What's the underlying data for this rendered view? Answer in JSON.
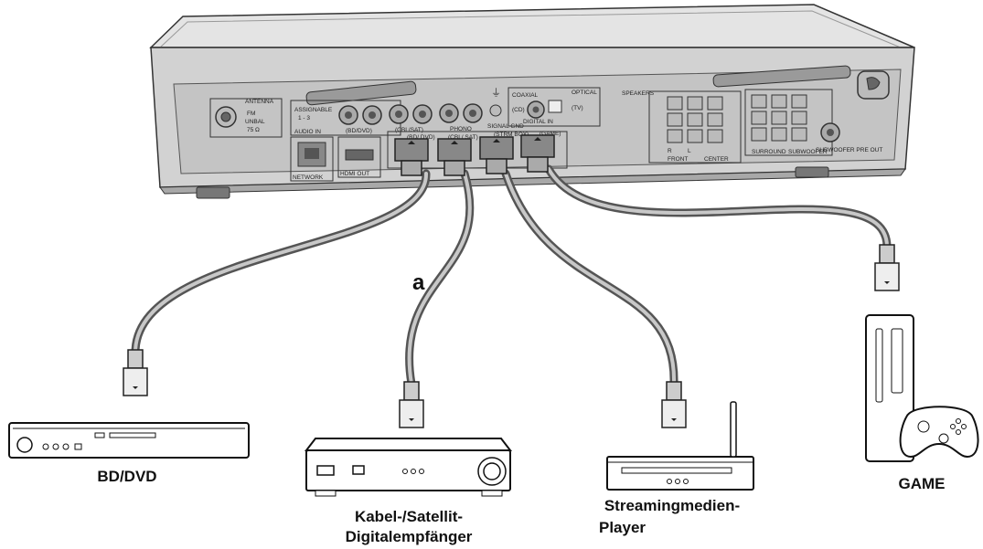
{
  "receiver": {
    "panel_labels": {
      "antenna": "ANTENNA",
      "fm": "FM",
      "unbal": "UNBAL",
      "ohm": "75 Ω",
      "assignable": "ASSIGNABLE",
      "assignable_nums": "1 - 3",
      "audio_in": "AUDIO IN",
      "bd_dvd": "(BD/DVD)",
      "cbl_sat": "(CBL/SAT)",
      "phono": "PHONO",
      "signal_gnd": "SIGNAL GND",
      "coaxial": "COAXIAL",
      "cd": "(CD)",
      "optical": "OPTICAL",
      "tv": "(TV)",
      "digital_in": "DIGITAL IN",
      "network": "NETWORK",
      "hdmi_out": "HDMI OUT",
      "hdmi_in_1": "(BD/ DVD)",
      "hdmi_in_2": "(CBL/ SAT)",
      "hdmi_in_3": "(STRM BOX)",
      "hdmi_in_4": "(GAME)",
      "speakers": "SPEAKERS",
      "front": "FRONT",
      "center": "CENTER",
      "surround": "SURROUND",
      "subwoofer": "SUBWOOFER",
      "subwoofer_pre_out": "SUBWOOFER PRE OUT",
      "r": "R",
      "l": "L"
    }
  },
  "callout": "a",
  "devices": {
    "bd_dvd": "BD/DVD",
    "cable_sat_line1": "Kabel-/Satellit-",
    "cable_sat_line2": "Digitalempfänger",
    "streaming_line1": "Streamingmedien-",
    "streaming_line2": "Player",
    "game": "GAME"
  },
  "colors": {
    "cable_outer": "#555555",
    "cable_inner": "#c8c8c8",
    "panel": "#d2d2d2",
    "panel_dark": "#a8a8a8",
    "outline": "#333333"
  }
}
